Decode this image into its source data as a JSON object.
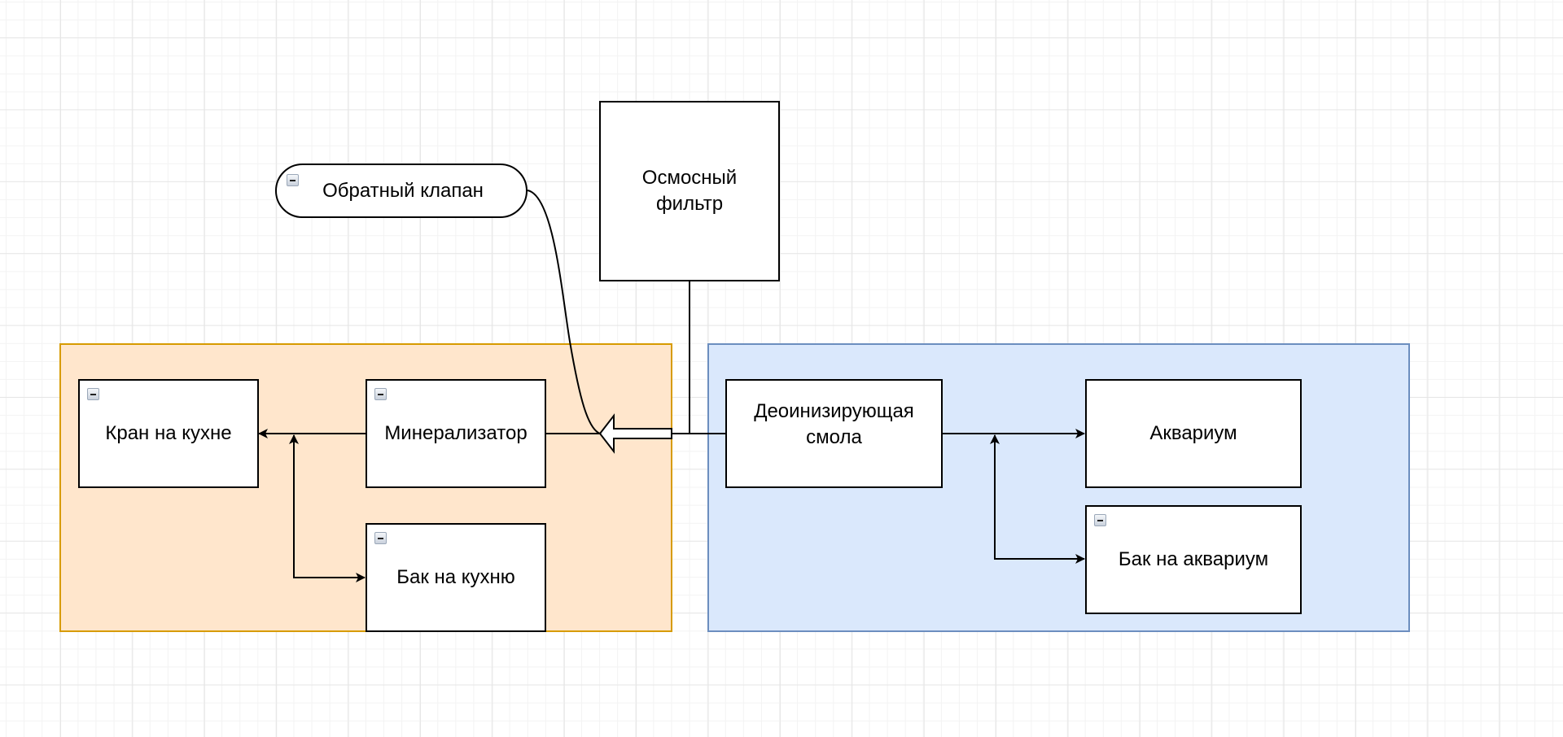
{
  "diagram": {
    "groups": [
      {
        "id": "kitchen-group",
        "fill": "#ffe6cc",
        "stroke": "#d79b00"
      },
      {
        "id": "aquarium-group",
        "fill": "#dae8fc",
        "stroke": "#6c8ebf"
      }
    ],
    "nodes": {
      "check_valve": {
        "label": "Обратный клапан",
        "shape": "rounded-pill",
        "collapsible": true
      },
      "osmosis_filter": {
        "label": "Осмосный фильтр",
        "shape": "rectangle",
        "collapsible": false
      },
      "kitchen_tap": {
        "label": "Кран на кухне",
        "shape": "rectangle",
        "collapsible": true,
        "group": "kitchen-group"
      },
      "mineralizer": {
        "label": "Минерализатор",
        "shape": "rectangle",
        "collapsible": true,
        "group": "kitchen-group"
      },
      "kitchen_tank": {
        "label": "Бак на кухню",
        "shape": "rectangle",
        "collapsible": true,
        "group": "kitchen-group"
      },
      "deionizing_resin": {
        "label": "Деоинизирующая смола",
        "shape": "rectangle",
        "collapsible": false,
        "group": "aquarium-group"
      },
      "aquarium": {
        "label": "Аквариум",
        "shape": "rectangle",
        "collapsible": false,
        "group": "aquarium-group"
      },
      "aquarium_tank": {
        "label": "Бак на аквариум",
        "shape": "rectangle",
        "collapsible": true,
        "group": "aquarium-group"
      }
    },
    "edges": [
      {
        "from": "osmosis_filter",
        "to": "deionizing_resin",
        "style": "plain"
      },
      {
        "from": "osmosis_filter",
        "to": "mineralizer",
        "style": "block-arrow"
      },
      {
        "from": "check_valve",
        "to": "mineralizer",
        "style": "curved"
      },
      {
        "from": "mineralizer",
        "to": "kitchen_tap",
        "style": "arrow"
      },
      {
        "from": "kitchen_tank",
        "to": "kitchen_tap",
        "style": "bidirectional-arrow"
      },
      {
        "from": "deionizing_resin",
        "to": "aquarium",
        "style": "arrow"
      },
      {
        "from": "aquarium_tank",
        "to": "aquarium",
        "style": "bidirectional-arrow"
      }
    ],
    "icons": {
      "collapse": "collapse-minus-icon"
    }
  }
}
